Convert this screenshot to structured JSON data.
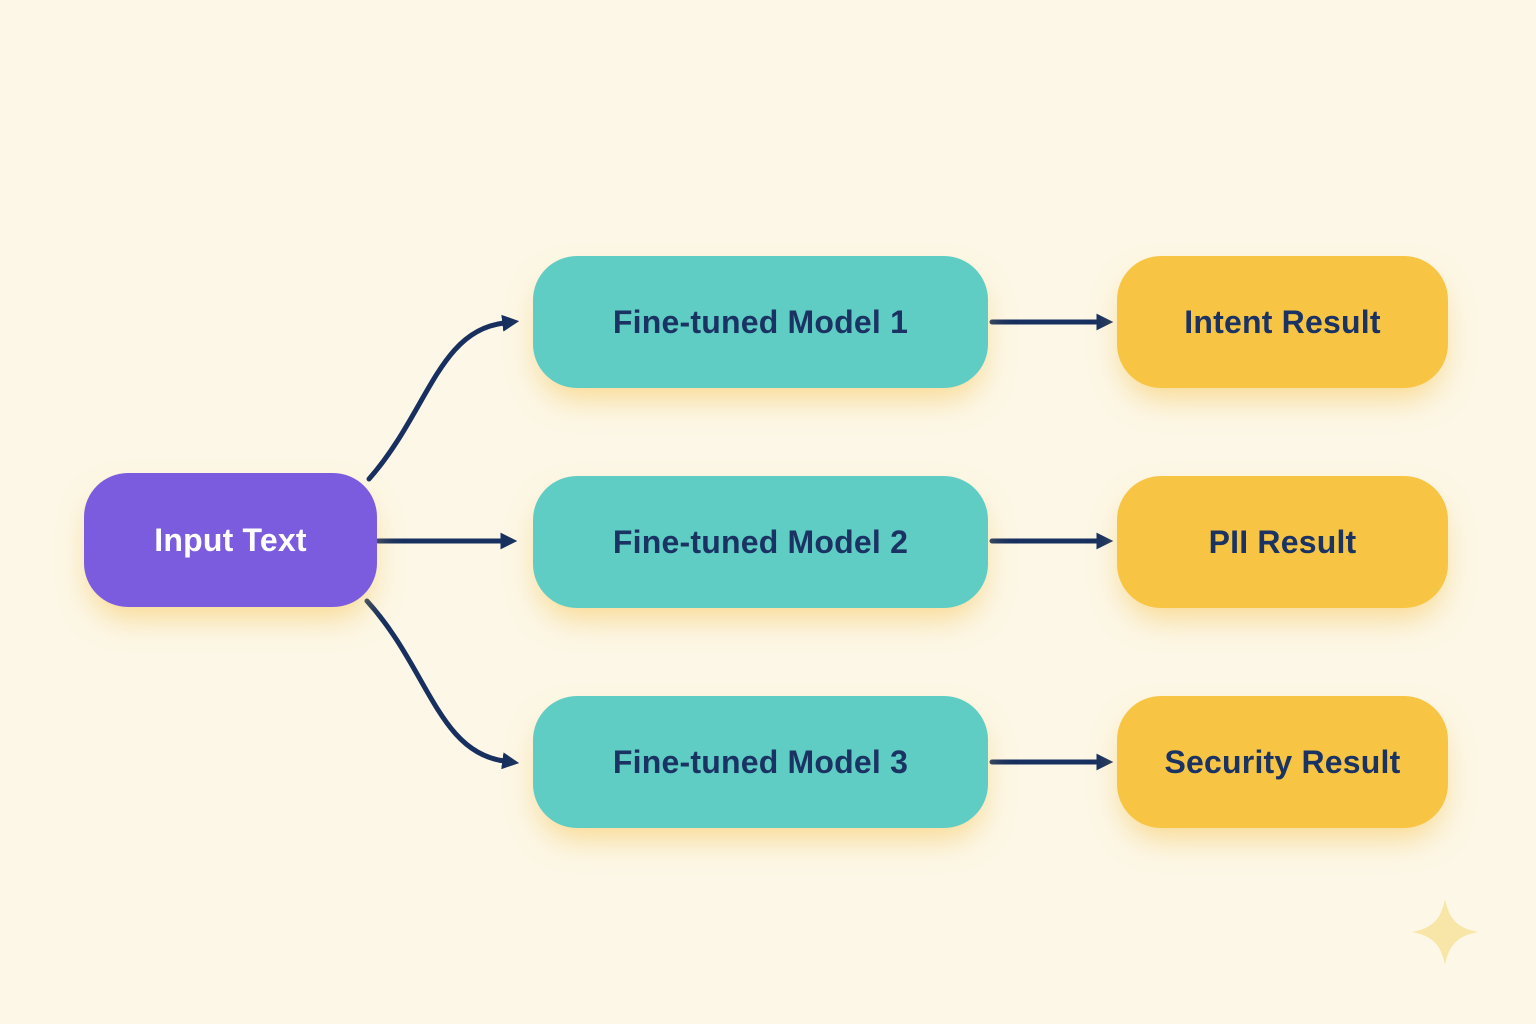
{
  "diagram": {
    "input_node": {
      "label": "Input Text"
    },
    "model_nodes": [
      {
        "label": "Fine-tuned Model 1"
      },
      {
        "label": "Fine-tuned Model 2"
      },
      {
        "label": "Fine-tuned Model 3"
      }
    ],
    "result_nodes": [
      {
        "label": "Intent Result"
      },
      {
        "label": "PII Result"
      },
      {
        "label": "Security Result"
      }
    ]
  },
  "colors": {
    "background": "#FCF7E6",
    "input-fill": "#7C5CDE",
    "input-text": "#FFFFFF",
    "model-fill": "#5FCDC3",
    "result-fill": "#F7C543",
    "node-text": "#1B3363",
    "arrow": "#17305F",
    "glow": "rgba(246,196,87,0.6)",
    "sparkle": "#F8E6A8"
  }
}
